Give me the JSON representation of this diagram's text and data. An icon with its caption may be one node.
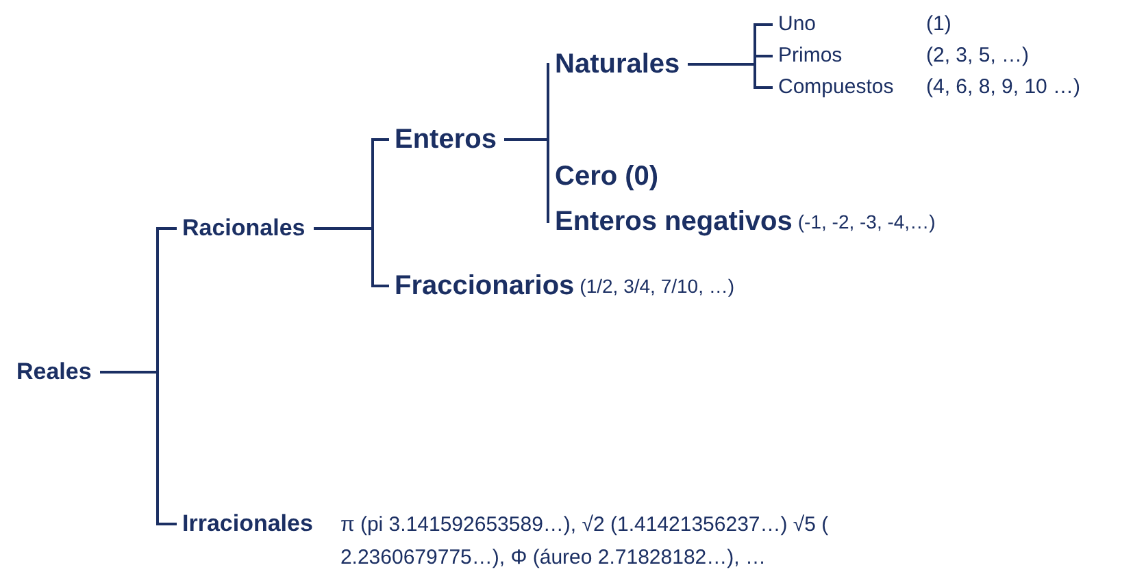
{
  "diagram": {
    "nodes": [
      {
        "text": [
          "Reales"
        ]
      },
      {
        "text": [
          "Racionales"
        ]
      },
      {
        "text": [
          "Enteros"
        ]
      },
      {
        "text": [
          "Naturales"
        ]
      },
      {
        "text": [
          "Uno",
          "(1)"
        ]
      },
      {
        "text": [
          "Primos",
          "(2, 3, 5, …)"
        ]
      },
      {
        "text": [
          "Compuestos",
          "(4, 6, 8, 9, 10 …)"
        ]
      },
      {
        "text": [
          "Cero (0)"
        ]
      },
      {
        "text": [
          "Enteros negativos",
          "(-1, -2, -3, -4,…)"
        ]
      },
      {
        "text": [
          "Fraccionarios",
          "(1/2, 3/4, 7/10, …)"
        ]
      },
      {
        "text": [
          "Irracionales",
          "π (pi 3.141592653589…), √2 (1.41421356237…) √5 ( 2.2360679775…), Φ (áureo 2.71828182…), …"
        ]
      }
    ],
    "edges": [
      {
        "from": 0,
        "to": 1,
        "arrow": "none"
      },
      {
        "from": 0,
        "to": 10,
        "arrow": "none"
      },
      {
        "from": 1,
        "to": 2,
        "arrow": "none"
      },
      {
        "from": 1,
        "to": 9,
        "arrow": "none"
      },
      {
        "from": 2,
        "to": 3,
        "arrow": "none"
      },
      {
        "from": 2,
        "to": 7,
        "arrow": "none"
      },
      {
        "from": 2,
        "to": 8,
        "arrow": "none"
      },
      {
        "from": 3,
        "to": 4,
        "arrow": "none"
      },
      {
        "from": 3,
        "to": 5,
        "arrow": "none"
      },
      {
        "from": 3,
        "to": 6,
        "arrow": "none"
      }
    ]
  }
}
